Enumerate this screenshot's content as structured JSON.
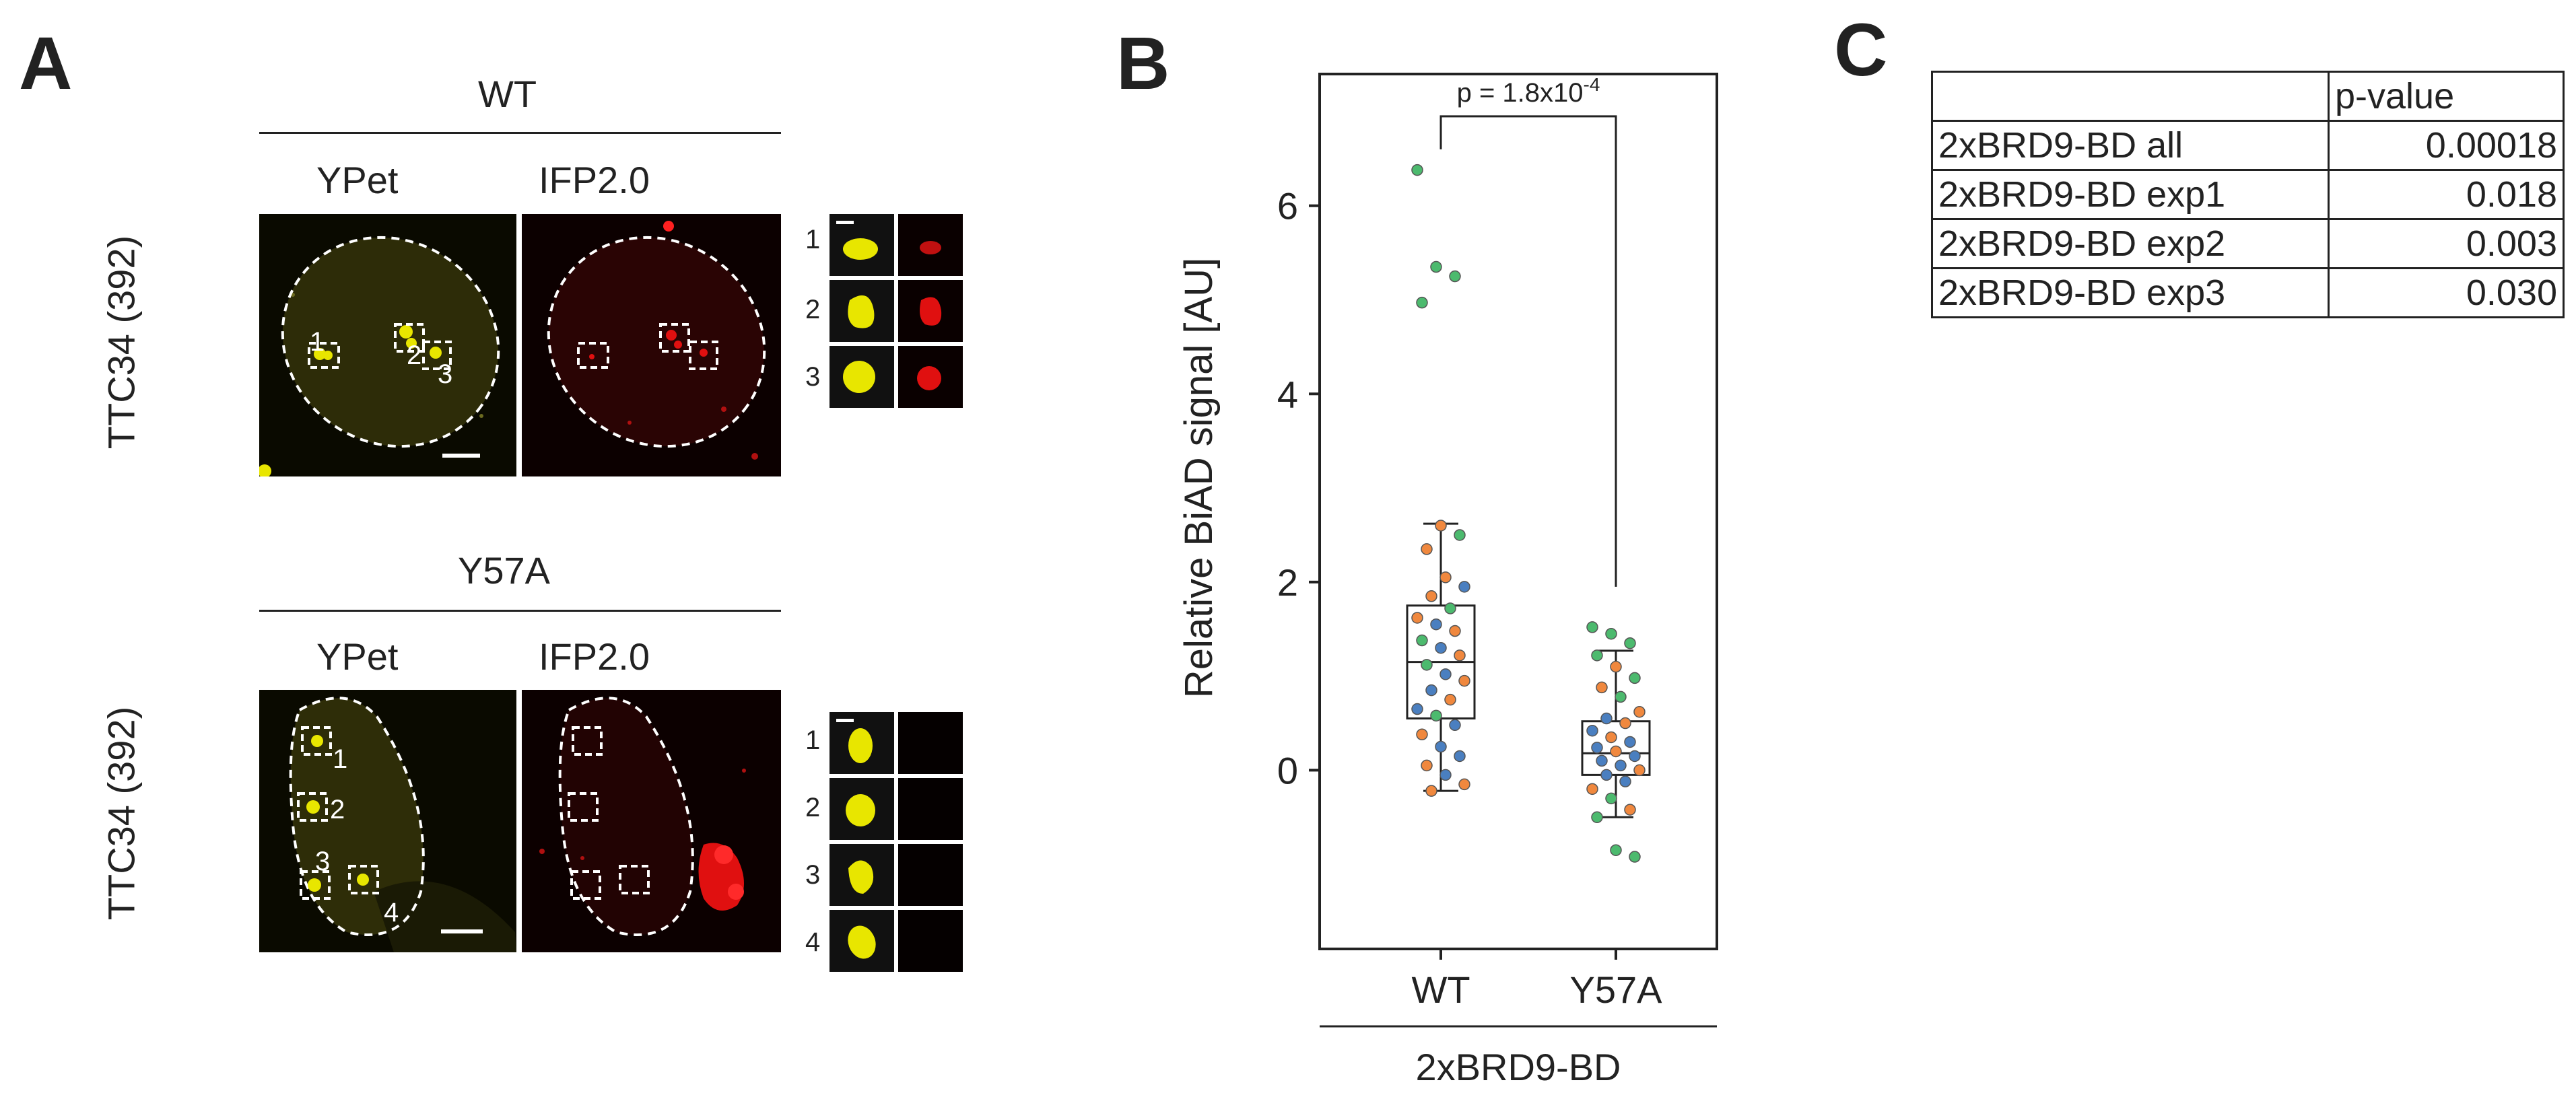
{
  "panels": {
    "a": "A",
    "b": "B",
    "c": "C"
  },
  "panel_a": {
    "top": {
      "condition": "WT",
      "channel_left": "YPet",
      "channel_right": "IFP2.0",
      "row_label": "TTC34 (392)",
      "roi_labels": [
        "1",
        "2",
        "3"
      ],
      "inset_labels": [
        "1",
        "2",
        "3"
      ]
    },
    "bottom": {
      "condition": "Y57A",
      "channel_left": "YPet",
      "channel_right": "IFP2.0",
      "row_label": "TTC34 (392)",
      "roi_labels": [
        "1",
        "2",
        "3",
        "4"
      ],
      "inset_labels": [
        "1",
        "2",
        "3",
        "4"
      ]
    },
    "colors": {
      "ypet": "#e8e600",
      "ifp": "#e01010",
      "background": "#000000"
    }
  },
  "chart_data": {
    "type": "box",
    "ylabel": "Relative BiAD signal [AU]",
    "xlabel": "2xBRD9-BD",
    "categories": [
      "WT",
      "Y57A"
    ],
    "yticks": [
      0,
      2,
      4,
      6
    ],
    "ylim": [
      -1.9,
      7.4
    ],
    "annotation": {
      "text_prefix": "p = 1.8x10",
      "text_exp": "-4"
    },
    "series_colors": {
      "exp1": "#4a7fc0",
      "exp2": "#f0883e",
      "exp3": "#4cba6e"
    },
    "boxes": [
      {
        "name": "WT",
        "whisker_low": -0.22,
        "q1": 0.55,
        "median": 1.15,
        "q3": 1.75,
        "whisker_high": 2.62
      },
      {
        "name": "Y57A",
        "whisker_low": -0.5,
        "q1": -0.05,
        "median": 0.18,
        "q3": 0.52,
        "whisker_high": 1.27
      }
    ],
    "points": {
      "WT": [
        {
          "y": 6.38,
          "c": "exp3"
        },
        {
          "y": 5.35,
          "c": "exp3"
        },
        {
          "y": 5.25,
          "c": "exp3"
        },
        {
          "y": 4.97,
          "c": "exp3"
        },
        {
          "y": 2.6,
          "c": "exp2"
        },
        {
          "y": 2.5,
          "c": "exp3"
        },
        {
          "y": 2.35,
          "c": "exp2"
        },
        {
          "y": 2.05,
          "c": "exp2"
        },
        {
          "y": 1.95,
          "c": "exp1"
        },
        {
          "y": 1.85,
          "c": "exp2"
        },
        {
          "y": 1.72,
          "c": "exp3"
        },
        {
          "y": 1.62,
          "c": "exp2"
        },
        {
          "y": 1.55,
          "c": "exp1"
        },
        {
          "y": 1.48,
          "c": "exp2"
        },
        {
          "y": 1.38,
          "c": "exp3"
        },
        {
          "y": 1.3,
          "c": "exp1"
        },
        {
          "y": 1.22,
          "c": "exp2"
        },
        {
          "y": 1.12,
          "c": "exp3"
        },
        {
          "y": 1.02,
          "c": "exp1"
        },
        {
          "y": 0.95,
          "c": "exp2"
        },
        {
          "y": 0.85,
          "c": "exp1"
        },
        {
          "y": 0.75,
          "c": "exp2"
        },
        {
          "y": 0.65,
          "c": "exp1"
        },
        {
          "y": 0.58,
          "c": "exp3"
        },
        {
          "y": 0.48,
          "c": "exp1"
        },
        {
          "y": 0.38,
          "c": "exp2"
        },
        {
          "y": 0.25,
          "c": "exp1"
        },
        {
          "y": 0.15,
          "c": "exp1"
        },
        {
          "y": 0.05,
          "c": "exp2"
        },
        {
          "y": -0.05,
          "c": "exp1"
        },
        {
          "y": -0.15,
          "c": "exp2"
        },
        {
          "y": -0.22,
          "c": "exp2"
        }
      ],
      "Y57A": [
        {
          "y": 1.52,
          "c": "exp3"
        },
        {
          "y": 1.45,
          "c": "exp3"
        },
        {
          "y": 1.35,
          "c": "exp3"
        },
        {
          "y": 1.22,
          "c": "exp3"
        },
        {
          "y": 1.1,
          "c": "exp2"
        },
        {
          "y": 0.98,
          "c": "exp3"
        },
        {
          "y": 0.88,
          "c": "exp2"
        },
        {
          "y": 0.78,
          "c": "exp3"
        },
        {
          "y": 0.62,
          "c": "exp2"
        },
        {
          "y": 0.55,
          "c": "exp1"
        },
        {
          "y": 0.5,
          "c": "exp2"
        },
        {
          "y": 0.42,
          "c": "exp1"
        },
        {
          "y": 0.35,
          "c": "exp2"
        },
        {
          "y": 0.3,
          "c": "exp1"
        },
        {
          "y": 0.24,
          "c": "exp1"
        },
        {
          "y": 0.2,
          "c": "exp2"
        },
        {
          "y": 0.15,
          "c": "exp1"
        },
        {
          "y": 0.1,
          "c": "exp1"
        },
        {
          "y": 0.05,
          "c": "exp1"
        },
        {
          "y": 0.0,
          "c": "exp2"
        },
        {
          "y": -0.05,
          "c": "exp1"
        },
        {
          "y": -0.12,
          "c": "exp1"
        },
        {
          "y": -0.2,
          "c": "exp2"
        },
        {
          "y": -0.3,
          "c": "exp3"
        },
        {
          "y": -0.42,
          "c": "exp2"
        },
        {
          "y": -0.5,
          "c": "exp3"
        },
        {
          "y": -0.85,
          "c": "exp3"
        },
        {
          "y": -0.92,
          "c": "exp3"
        }
      ]
    }
  },
  "panel_c": {
    "header": [
      "",
      "p-value"
    ],
    "rows": [
      [
        "2xBRD9-BD all",
        "0.00018"
      ],
      [
        "2xBRD9-BD exp1",
        "0.018"
      ],
      [
        "2xBRD9-BD exp2",
        "0.003"
      ],
      [
        "2xBRD9-BD exp3",
        "0.030"
      ]
    ]
  }
}
